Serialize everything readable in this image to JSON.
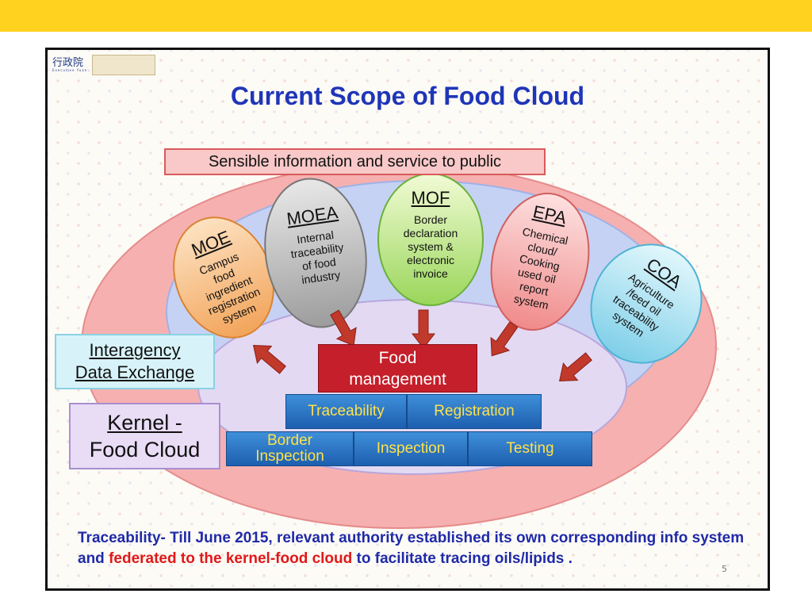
{
  "slide": {
    "logo": {
      "text": "行政院",
      "subtext": "Executive Yuan"
    },
    "title": "Current Scope of Food Cloud",
    "banner": "Sensible information and service to public",
    "ovals": [
      {
        "heading": "MOE",
        "body": [
          "Campus",
          "food",
          "ingredient",
          "registration",
          "system"
        ]
      },
      {
        "heading": "MOEA",
        "body": [
          "Internal",
          "traceability",
          "of food",
          "industry"
        ]
      },
      {
        "heading": "MOF",
        "body": [
          "Border",
          "declaration",
          "system &",
          "electronic",
          "invoice"
        ]
      },
      {
        "heading": "EPA",
        "body": [
          "Chemical",
          "cloud/",
          "Cooking",
          "used oil",
          "report",
          "system"
        ]
      },
      {
        "heading": "COA",
        "body": [
          "Agriculture",
          "/feed oil",
          "traceability",
          "system"
        ]
      }
    ],
    "interagency": [
      "Interagency",
      "Data Exchange"
    ],
    "kernel": [
      "Kernel -",
      "Food Cloud"
    ],
    "food_management": [
      "Food",
      "management"
    ],
    "modules": {
      "traceability": "Traceability",
      "registration": "Registration",
      "border_inspection": [
        "Border",
        "Inspection"
      ],
      "inspection": "Inspection",
      "testing": "Testing"
    },
    "footnote": {
      "part1": "Traceability- Till June 2015, relevant authority established its own corresponding info system and ",
      "highlight": "federated to the kernel-food cloud",
      "part2": " to facilitate tracing oils/lipids ."
    },
    "page_number": "5"
  },
  "colors": {
    "top_bar": "#ffd21f",
    "title": "#1f35b8",
    "outer_ellipse": "#f4a5a5",
    "inner_ellipse": "#b9c8f2",
    "kernel_ellipse": "#dcd0ef",
    "food_management": "#c41f2a",
    "module_blue": "#2a73c9",
    "module_text": "#ffe14a",
    "arrow": "#c0392b",
    "footnote": "#1f2aa8",
    "highlight": "#e01818"
  }
}
